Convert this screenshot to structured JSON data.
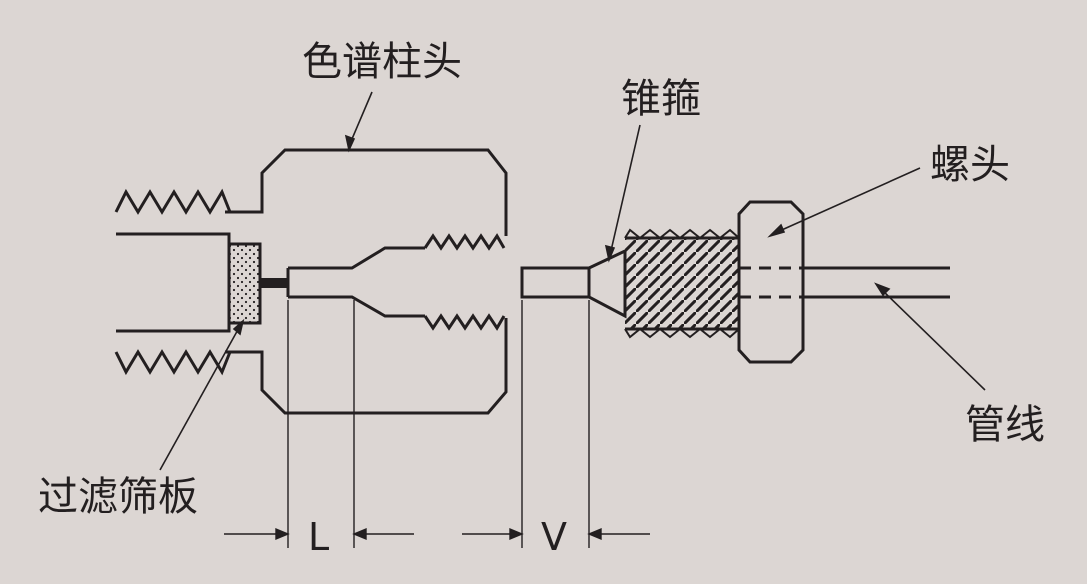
{
  "labels": {
    "column_head": "色谱柱头",
    "ferrule": "锥箍",
    "nut": "螺头",
    "tubing": "管线",
    "frit": "过滤筛板"
  },
  "dimensions": {
    "l": "L",
    "v": "V"
  },
  "colors": {
    "background": "#dcd6d3",
    "line": "#231f20"
  }
}
